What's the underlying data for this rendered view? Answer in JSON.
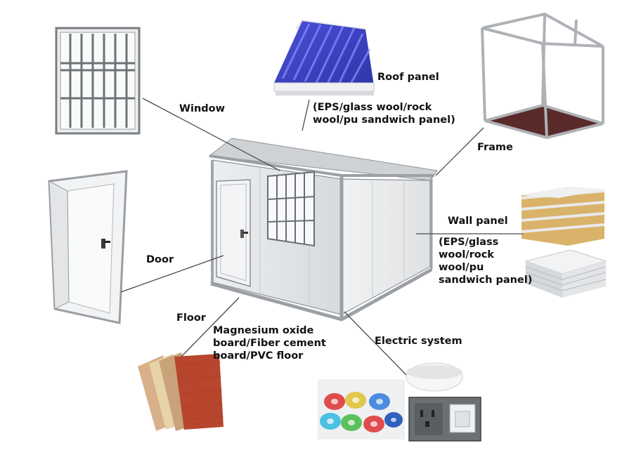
{
  "labels": {
    "window": "Window",
    "roof_panel": "Roof panel",
    "roof_material_1": "(EPS/glass wool/rock",
    "roof_material_2": "wool/pu sandwich panel)",
    "frame": "Frame",
    "wall_panel": "Wall panel",
    "wall_material_1": "(EPS/glass",
    "wall_material_2": "wool/rock",
    "wall_material_3": "wool/pu",
    "wall_material_4": "sandwich panel)",
    "door": "Door",
    "floor": "Floor",
    "floor_material_1": "Magnesium oxide",
    "floor_material_2": "board/Fiber cement",
    "floor_material_3": "board/PVC floor",
    "electric_system": "Electric system"
  },
  "colors": {
    "roof_blue": "#3f45c8",
    "frame_floor": "#5a2a2a",
    "wall_grey": "#e6e8ea",
    "panel_core": "#d9b36a",
    "floor_board_red": "#b8462e",
    "floor_board_tan": "#d8b08a"
  }
}
